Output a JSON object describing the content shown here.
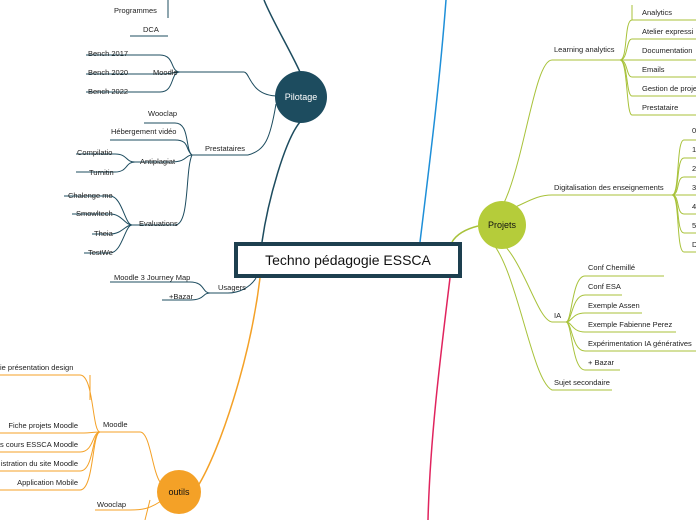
{
  "center": "Techno pédagogie ESSCA",
  "colors": {
    "pilotage": "#1d4c5f",
    "projets": "#a8c23a",
    "outils": "#f4a127",
    "blue": "#1e8fd8",
    "red": "#e0245e",
    "dark": "#1d3f4f"
  },
  "pilotage": {
    "title": "Pilotage",
    "top_items": [
      "Programmes",
      "DCA"
    ],
    "moodle": {
      "label": "Moodle",
      "items": [
        "Bench 2017",
        "Bench 2020",
        "Bench 2022"
      ]
    },
    "prestataires": {
      "label": "Prestataires",
      "wooclap": "Wooclap",
      "hebergement": "Hébergement vidéo",
      "antiplagiat": {
        "label": "Antiplagiat",
        "items": [
          "Compilatio",
          "Turnitin"
        ]
      },
      "evaluations": {
        "label": "Evaluations",
        "items": [
          "Chalenge me",
          "Smowltech",
          "Theia",
          "TestWe"
        ]
      }
    },
    "usagers": {
      "label": "Usagers",
      "items": [
        "Moodle 3 Journey Map",
        "+Bazar"
      ]
    }
  },
  "projets": {
    "title": "Projets",
    "learning": {
      "label": "Learning analytics",
      "items": [
        "Analytics",
        "Atelier expressi",
        "Documentation",
        "Emails",
        "Gestion de proje",
        "Prestataire"
      ]
    },
    "digital": {
      "label": "Digitalisation des enseignements",
      "items": [
        "0",
        "1",
        "2",
        "3",
        "4",
        "5",
        "D"
      ]
    },
    "ia": {
      "label": "IA",
      "items": [
        "Conf Chemillé",
        "Conf ESA",
        "Exemple Assen",
        "Exemple Fabienne Perez",
        "Expérimentation IA génératives",
        "+ Bazar"
      ]
    },
    "secondaire": "Sujet secondaire"
  },
  "outils": {
    "title": "outils",
    "moodle": {
      "label": "Moodle",
      "items": [
        "ie présentation design",
        "Fiche projets Moodle",
        "s cours ESSCA Moodle",
        "istration du site Moodle",
        "Application Mobile"
      ]
    },
    "wooclap": "Wooclap"
  }
}
